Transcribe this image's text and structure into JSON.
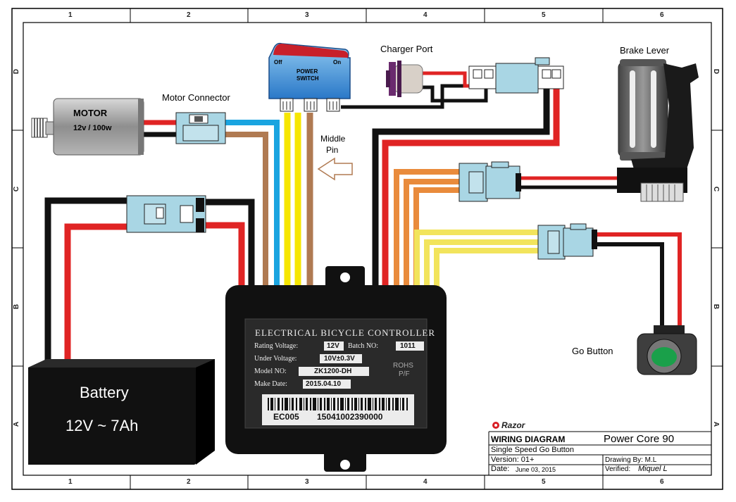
{
  "frame": {
    "col_labels": [
      "1",
      "2",
      "3",
      "4",
      "5",
      "6"
    ],
    "row_labels": [
      "D",
      "C",
      "B",
      "A"
    ]
  },
  "components": {
    "motor": {
      "title": "MOTOR",
      "rating": "12v / 100w"
    },
    "motor_connector": "Motor Connector",
    "power_switch": {
      "off": "Off",
      "on": "On",
      "line1": "POWER",
      "line2": "SWITCH"
    },
    "charger_port": "Charger Port",
    "brake_lever": "Brake Lever",
    "middle_pin": {
      "line1": "Middle",
      "line2": "Pin"
    },
    "go_button": "Go Button",
    "battery": {
      "title": "Battery",
      "rating": "12V ~ 7Ah"
    }
  },
  "controller": {
    "heading": "ELECTRICAL BICYCLE CONTROLLER",
    "rating_label": "Rating Voltage:",
    "rating_value": "12V",
    "batch_label": "Batch NO:",
    "batch_value": "1011",
    "under_label": "Under Voltage:",
    "under_value": "10V±0.3V",
    "model_label": "Model NO:",
    "model_value": "ZK1200-DH",
    "date_label": "Make Date:",
    "date_value": "2015.04.10",
    "rohs1": "ROHS",
    "rohs2": "P/F",
    "code": "EC005",
    "serial": "15041002390000"
  },
  "title_block": {
    "brand": "Razor",
    "heading": "WIRING DIAGRAM",
    "product": "Power Core 90",
    "subtitle": "Single Speed Go Button",
    "version": "Version: 01+",
    "drawing": "Drawing By: M.L",
    "date_label": "Date:",
    "date_value": "June 03, 2015",
    "verified_label": "Verified:",
    "verified_value": "Miquel L"
  },
  "colors": {
    "red": "#e02424",
    "black": "#111111",
    "blue": "#1aa4e0",
    "yellow": "#f6e600",
    "brown": "#b07a52",
    "orange": "#e98b3c",
    "light_yellow": "#f2e45c",
    "connector": "#a9d6e4"
  }
}
